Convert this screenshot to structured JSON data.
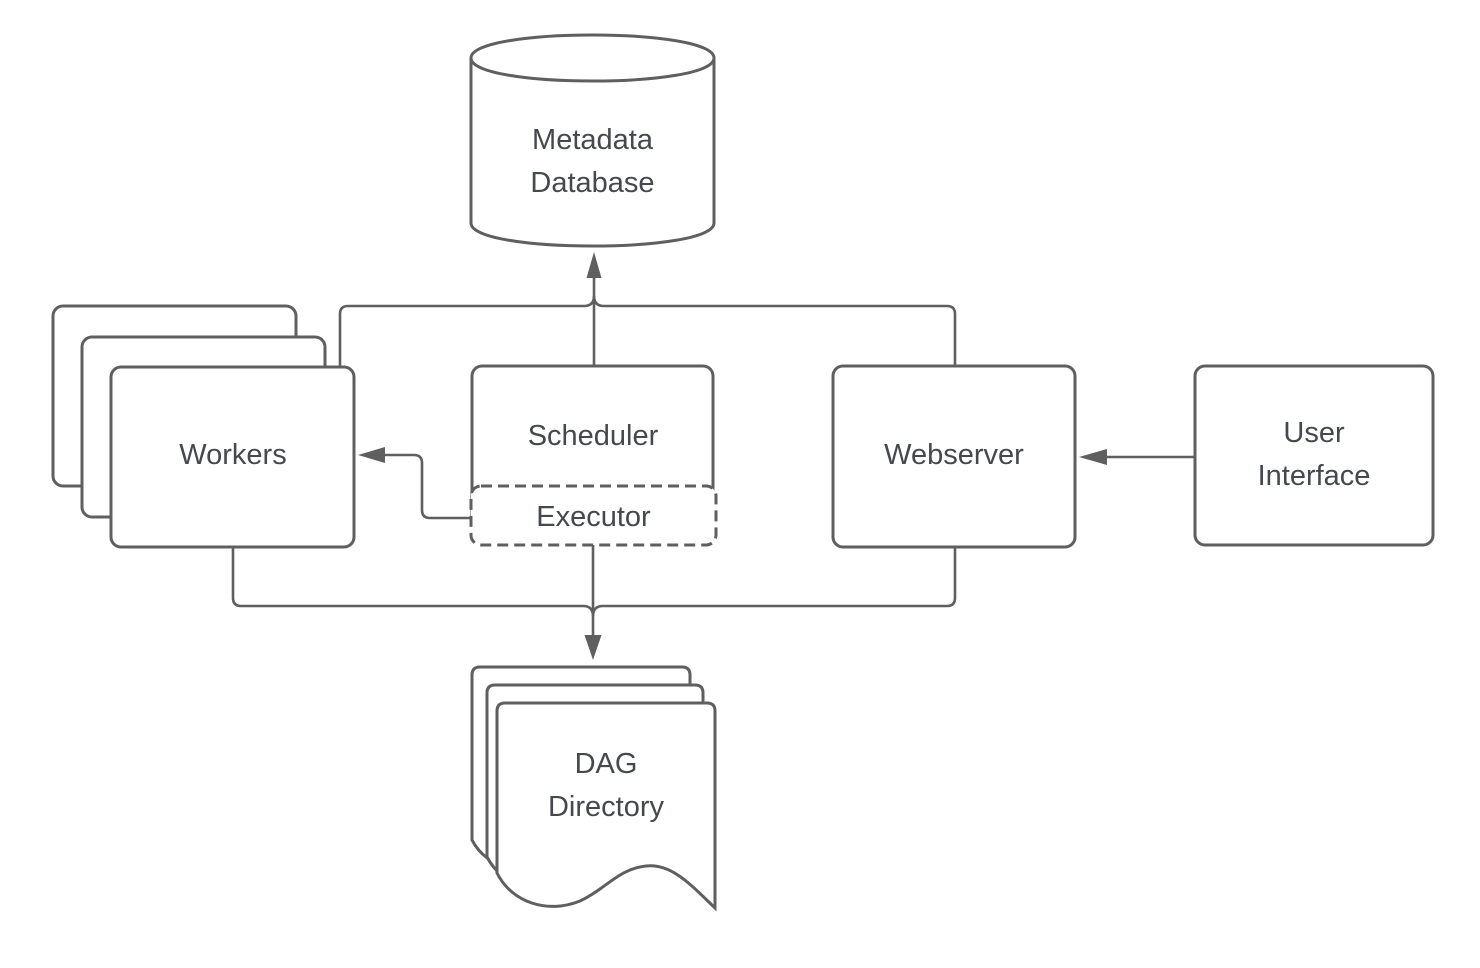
{
  "diagram": {
    "type": "architecture-flowchart",
    "nodes": {
      "metadata_database": {
        "label": "Metadata\nDatabase",
        "shape": "cylinder"
      },
      "workers": {
        "label": "Workers",
        "shape": "stacked-rectangles"
      },
      "scheduler": {
        "label": "Scheduler",
        "shape": "rectangle"
      },
      "executor": {
        "label": "Executor",
        "shape": "dashed-rectangle"
      },
      "webserver": {
        "label": "Webserver",
        "shape": "rectangle"
      },
      "user_interface": {
        "label": "User\nInterface",
        "shape": "rectangle"
      },
      "dag_directory": {
        "label": "DAG\nDirectory",
        "shape": "stacked-documents"
      }
    },
    "edges": [
      {
        "from": "scheduler",
        "to": "metadata_database",
        "style": "arrow"
      },
      {
        "from": "workers",
        "to": "metadata_database",
        "style": "bus"
      },
      {
        "from": "webserver",
        "to": "metadata_database",
        "style": "bus"
      },
      {
        "from": "executor",
        "to": "workers",
        "style": "arrow"
      },
      {
        "from": "user_interface",
        "to": "webserver",
        "style": "arrow"
      },
      {
        "from": "executor",
        "to": "dag_directory",
        "style": "arrow"
      },
      {
        "from": "workers",
        "to": "dag_directory",
        "style": "bus"
      },
      {
        "from": "webserver",
        "to": "dag_directory",
        "style": "bus"
      }
    ],
    "colors": {
      "stroke": "#5f5f5f",
      "text": "#45484c",
      "background": "#ffffff",
      "shape_fill": "#ffffff"
    }
  }
}
